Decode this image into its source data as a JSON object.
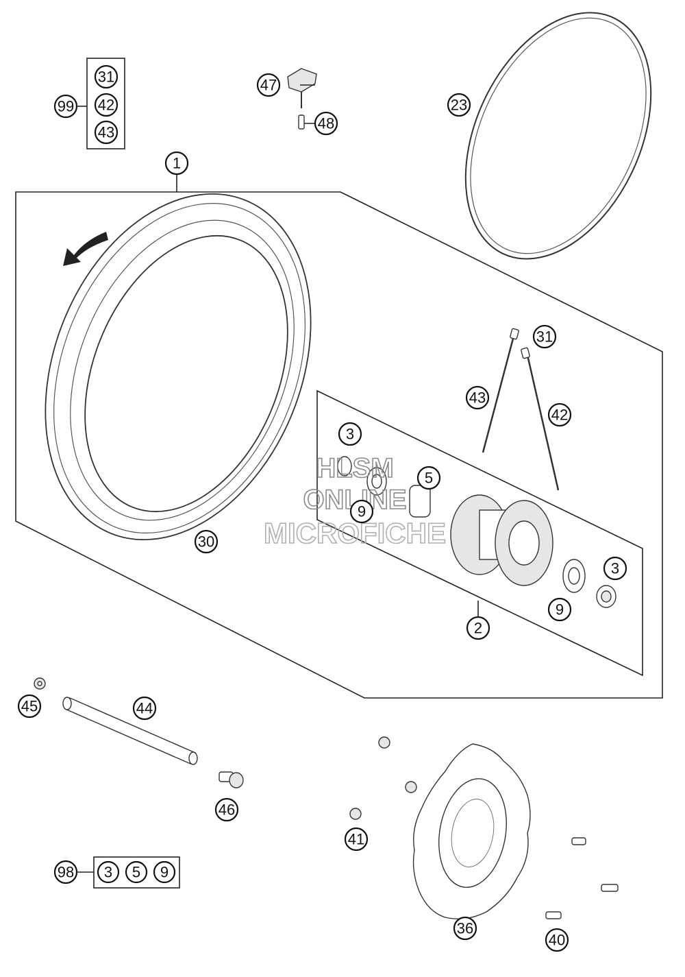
{
  "callouts": {
    "c1": "1",
    "c2": "2",
    "c3a": "3",
    "c3b": "3",
    "c5": "5",
    "c9a": "9",
    "c9b": "9",
    "c23": "23",
    "c30": "30",
    "c31a": "31",
    "c31b": "31",
    "c36": "36",
    "c40": "40",
    "c41": "41",
    "c42a": "42",
    "c42b": "42",
    "c43a": "43",
    "c43b": "43",
    "c44": "44",
    "c45": "45",
    "c46": "46",
    "c47": "47",
    "c48": "48",
    "c98": "98",
    "c98_3": "3",
    "c98_5": "5",
    "c98_9": "9",
    "c99": "99"
  },
  "watermark": {
    "line1": "HLSM",
    "line2": "ONLINE",
    "line3": "MICROFICHE"
  }
}
